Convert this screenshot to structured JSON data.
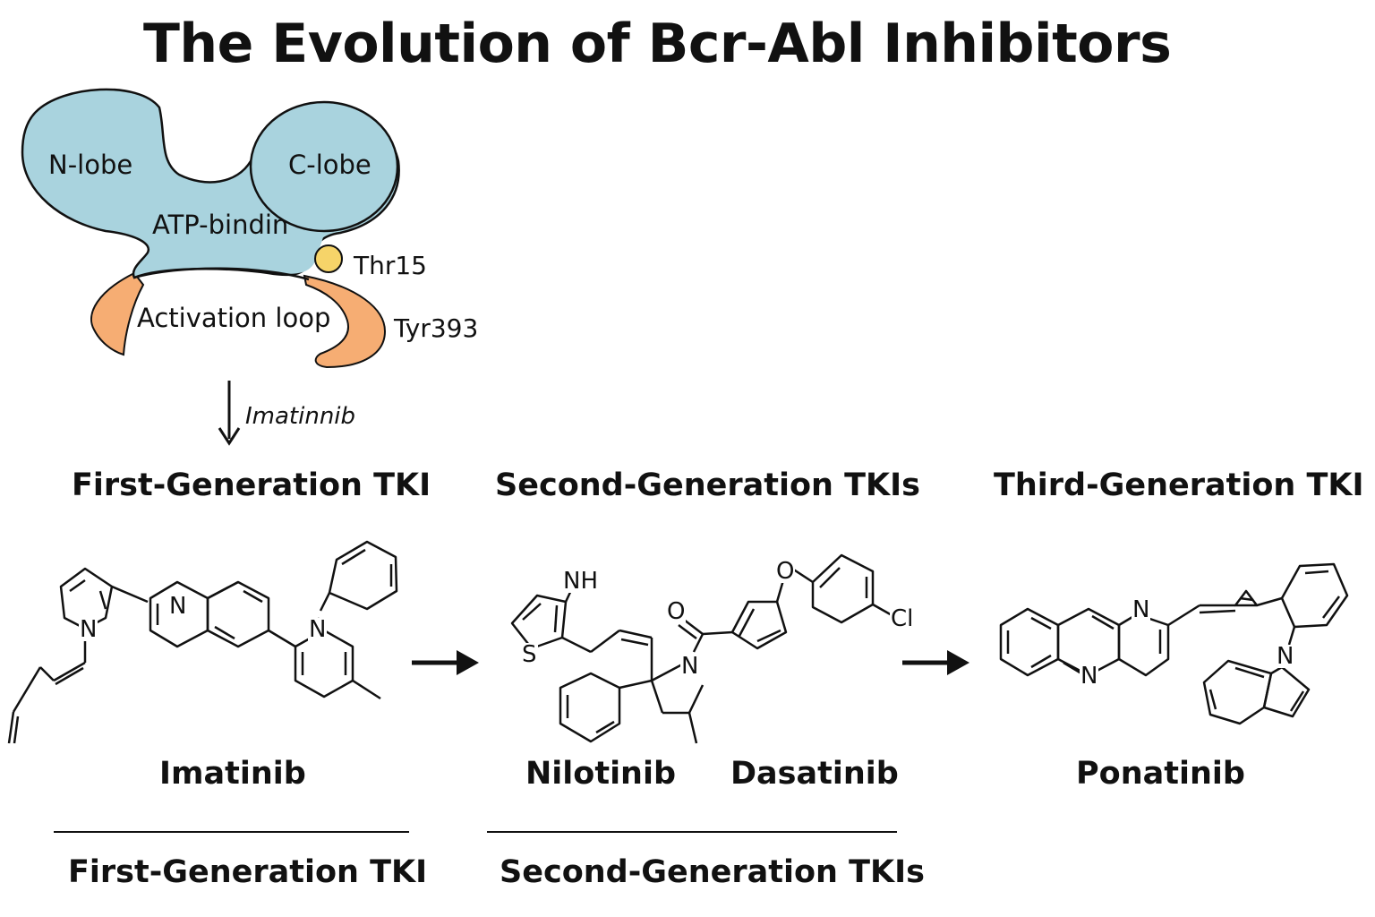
{
  "title": "The Evolution of Bcr-Abl Inhibitors",
  "kinase": {
    "n_lobe": "N-lobe",
    "c_lobe": "C-lobe",
    "atp_site": "ATP-bindin",
    "residue_thr": "Thr15",
    "residue_tyr": "Tyr393",
    "activation_loop": "Activation loop",
    "arrow_label": "Imatinnib"
  },
  "colors": {
    "kinase_fill": "#a9d3de",
    "loop_fill": "#f6ad73",
    "thr_fill": "#f6d469",
    "line": "#111111"
  },
  "generations": {
    "first": "First-Generation TKI",
    "second": "Second-Generation TKIs",
    "third": "Third-Generation TKI"
  },
  "drugs": {
    "imatinib": "Imatinib",
    "nilotinib": "Nilotinib",
    "dasatinib": "Dasatinib",
    "ponatinib": "Ponatinib"
  },
  "atoms": {
    "imatinib_n_pyrrole": "N",
    "imatinib_n_quinoline": "N",
    "imatinib_n_aniline": "N",
    "second_nh": "NH",
    "second_s": "S",
    "second_o_carbonyl": "O",
    "second_o_ether": "O",
    "second_n_pyrrolidine": "N",
    "second_cl": "Cl",
    "ponatinib_n_top": "N",
    "ponatinib_n_bottom": "N",
    "ponatinib_n_indole": "N"
  },
  "footer": {
    "first": "First-Generation TKI",
    "second": "Second-Generation TKIs"
  }
}
